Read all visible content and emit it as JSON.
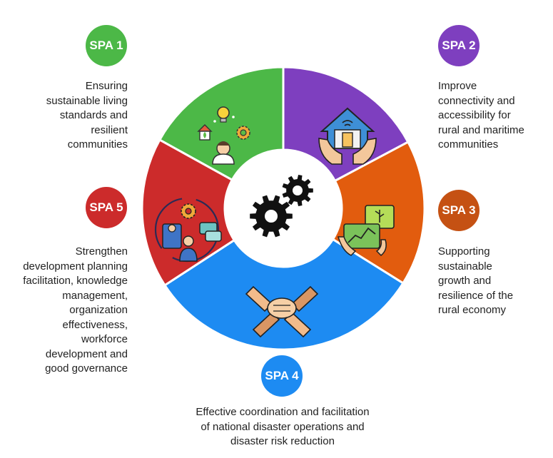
{
  "colors": {
    "spa1": "#4cb847",
    "spa2": "#7e3fbf",
    "spa3": "#e25c0e",
    "spa3_badge": "#c55113",
    "spa4": "#1d8bf2",
    "spa5": "#cc2b2b",
    "gear": "#111111",
    "separator": "#ffffff"
  },
  "center": {
    "icon": "gears-icon"
  },
  "segments": [
    {
      "id": "spa1",
      "label": "SPA 1",
      "description": "Ensuring sustainable living standards and resilient communities",
      "lines": [
        "Ensuring",
        "sustainable living",
        "standards and",
        "resilient",
        "communities"
      ],
      "icon": "sustainable-community-icon"
    },
    {
      "id": "spa2",
      "label": "SPA 2",
      "description": "Improve connectivity and accessibility for rural and maritime communities",
      "lines": [
        "Improve",
        "connectivity and",
        "accessibility for",
        "rural and maritime",
        "communities"
      ],
      "icon": "connected-home-hands-icon"
    },
    {
      "id": "spa3",
      "label": "SPA 3",
      "description": "Supporting sustainable growth and resilience of the rural economy",
      "lines": [
        "Supporting",
        "sustainable",
        "growth and",
        "resilience of the",
        "rural economy"
      ],
      "icon": "growth-tablet-icon"
    },
    {
      "id": "spa4",
      "label": "SPA 4",
      "description": "Effective coordination and facilitation of national disaster operations and disaster risk reduction",
      "lines": [
        "Effective coordination and facilitation",
        "of national disaster operations and",
        "disaster risk reduction"
      ],
      "icon": "stacked-hands-icon"
    },
    {
      "id": "spa5",
      "label": "SPA 5",
      "description": "Strengthen development planning facilitation, knowledge management, organization effectiveness, workforce development and good governance",
      "lines": [
        "Strengthen",
        "development planning",
        "facilitation, knowledge",
        "management,",
        "organization",
        "effectiveness,",
        "workforce",
        "development and",
        "good governance"
      ],
      "icon": "governance-team-icon"
    }
  ]
}
